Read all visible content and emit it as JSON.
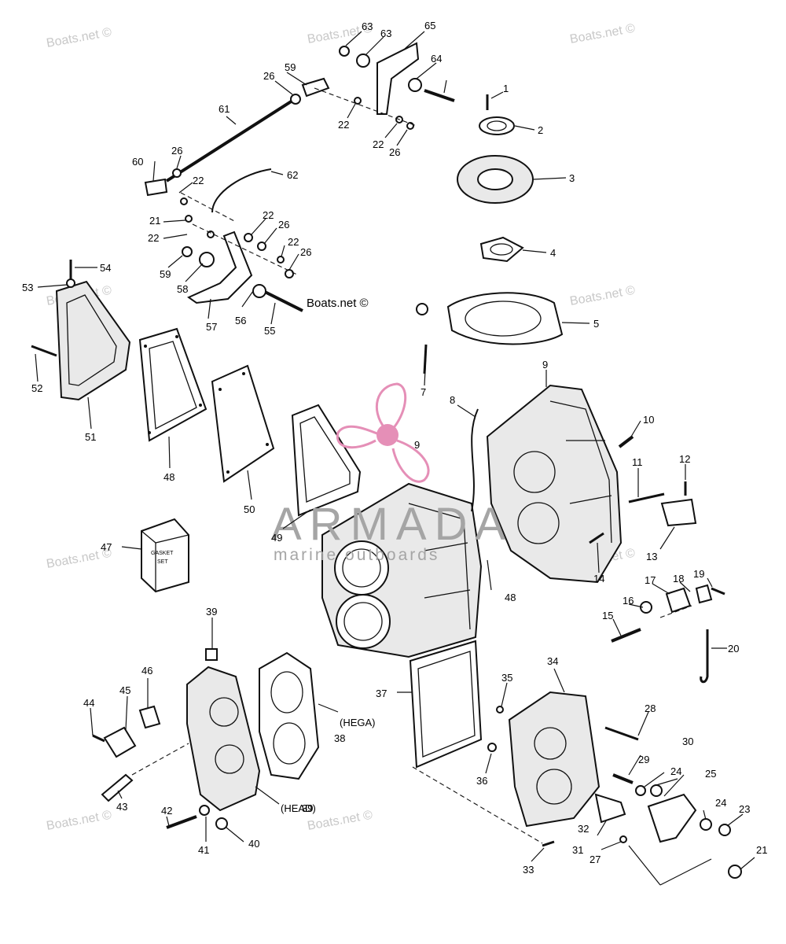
{
  "watermarks": [
    "Boats.net ©",
    "Boats.net ©",
    "Boats.net ©",
    "Boats.net ©",
    "Boats.net ©",
    "Boats.net ©",
    "Boats.net ©",
    "Boats.net ©",
    "Boats.net ©",
    "Boats.net ©"
  ],
  "logo": {
    "brand": "ARMADA",
    "tagline": "marine outboards",
    "color": "#e58fb7"
  },
  "gasket_set_text": [
    "GASKET",
    "SET"
  ],
  "labels": [
    "1",
    "2",
    "3",
    "4",
    "5",
    "7",
    "8",
    "9",
    "9",
    "10",
    "11",
    "12",
    "13",
    "14",
    "15",
    "16",
    "17",
    "18",
    "19",
    "20",
    "21",
    "21",
    "22",
    "22",
    "22",
    "22",
    "22",
    "22",
    "23",
    "24",
    "24",
    "25",
    "26",
    "26",
    "26",
    "26",
    "26",
    "27",
    "28",
    "29",
    "30",
    "31",
    "32",
    "33",
    "34",
    "35",
    "36",
    "37",
    "(HEGA)",
    "38",
    "(HEAD)",
    "39",
    "39",
    "40",
    "41",
    "42",
    "43",
    "44",
    "45",
    "46",
    "47",
    "48",
    "48",
    "49",
    "50",
    "51",
    "52",
    "53",
    "54",
    "55",
    "56",
    "57",
    "58",
    "59",
    "59",
    "60",
    "61",
    "62",
    "63",
    "63",
    "64",
    "65"
  ]
}
